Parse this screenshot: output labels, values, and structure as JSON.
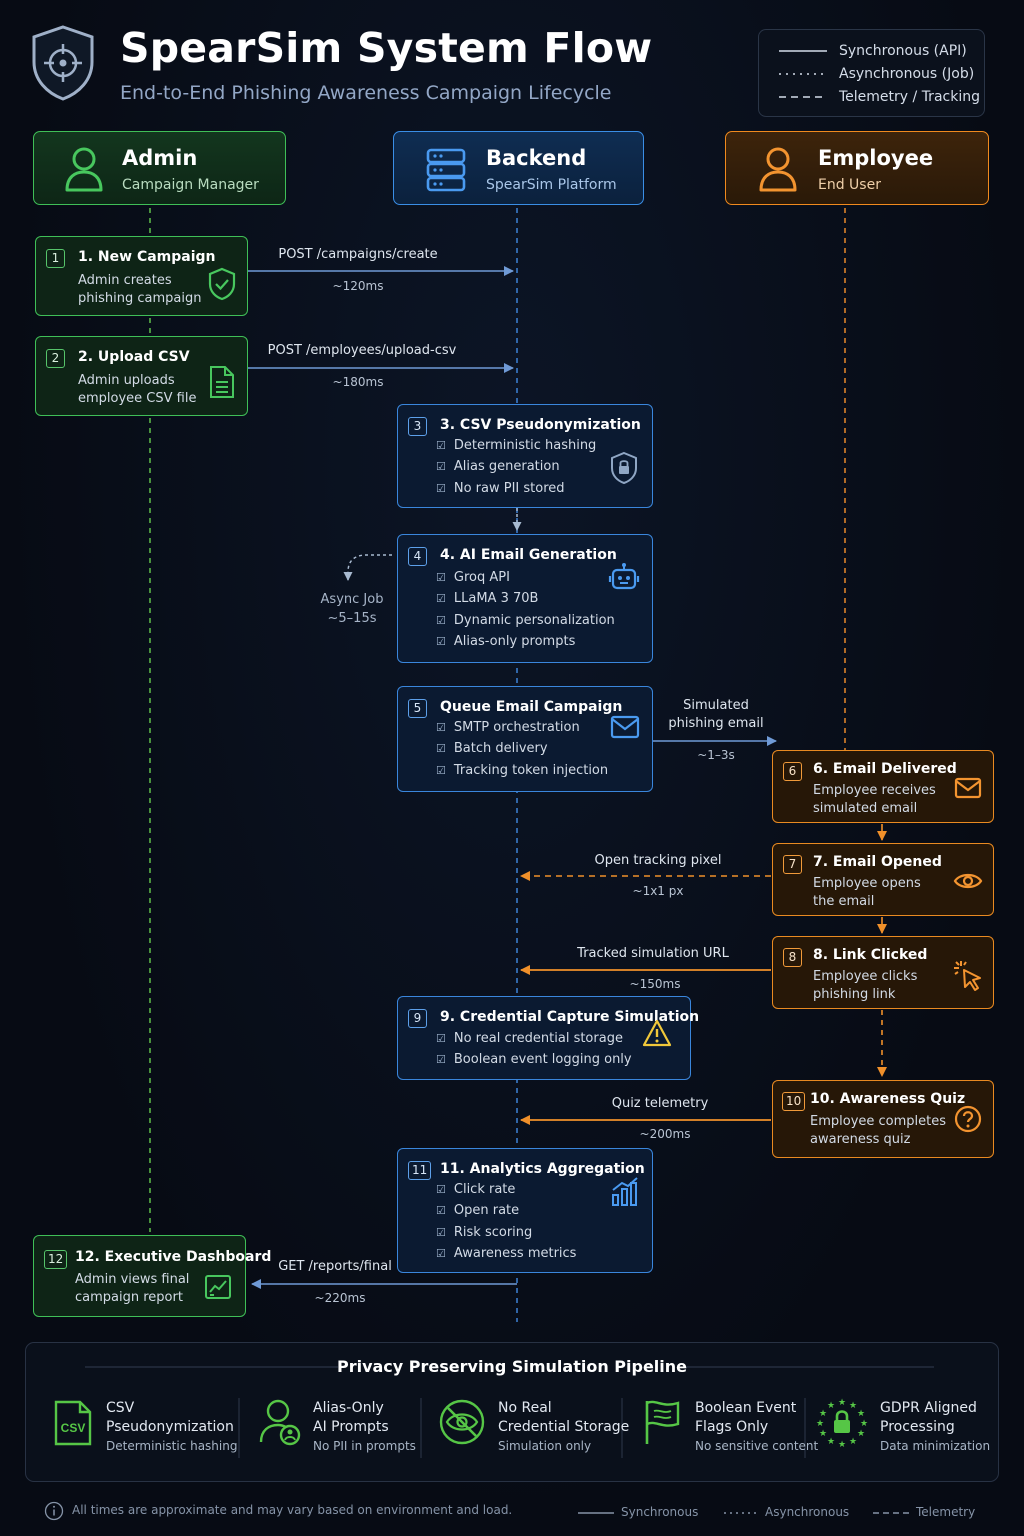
{
  "header": {
    "title": "SpearSim System Flow",
    "subtitle": "End-to-End Phishing Awareness Campaign Lifecycle"
  },
  "legend": {
    "synchronous": "Synchronous (API)",
    "asynchronous": "Asynchronous (Job)",
    "telemetry": "Telemetry / Tracking"
  },
  "actors": {
    "admin": {
      "title": "Admin",
      "subtitle": "Campaign Manager",
      "icon": "user-icon"
    },
    "backend": {
      "title": "Backend",
      "subtitle": "SpearSim Platform",
      "icon": "server-icon"
    },
    "employee": {
      "title": "Employee",
      "subtitle": "End User",
      "icon": "user-icon"
    }
  },
  "colors": {
    "admin": "#3fbf57",
    "backend": "#3a86dc",
    "employee": "#e98a21"
  },
  "steps": {
    "s1": {
      "num": "1",
      "title": "1. New Campaign",
      "desc": "Admin creates\nphishing campaign",
      "icon": "shield-check-icon"
    },
    "s2": {
      "num": "2",
      "title": "2. Upload CSV",
      "desc": "Admin uploads\nemployee CSV file",
      "icon": "document-icon"
    },
    "s3": {
      "num": "3",
      "title": "3. CSV Pseudonymization",
      "items": [
        "Deterministic hashing",
        "Alias generation",
        "No raw PII stored"
      ],
      "icon": "shield-lock-icon"
    },
    "s4": {
      "num": "4",
      "title": "4. AI Email Generation",
      "items": [
        "Groq API",
        "LLaMA 3 70B",
        "Dynamic personalization",
        "Alias-only prompts"
      ],
      "icon": "robot-icon"
    },
    "s5": {
      "num": "5",
      "title": "Queue Email Campaign",
      "items": [
        "SMTP orchestration",
        "Batch delivery",
        "Tracking token injection"
      ],
      "icon": "envelope-icon"
    },
    "s6": {
      "num": "6",
      "title": "6. Email Delivered",
      "desc": "Employee receives\nsimulated email",
      "icon": "envelope-icon"
    },
    "s7": {
      "num": "7",
      "title": "7. Email Opened",
      "desc": "Employee opens\nthe email",
      "icon": "eye-icon"
    },
    "s8": {
      "num": "8",
      "title": "8. Link Clicked",
      "desc": "Employee clicks\nphishing link",
      "icon": "cursor-click-icon"
    },
    "s9": {
      "num": "9",
      "title": "9. Credential Capture Simulation",
      "items": [
        "No real credential storage",
        "Boolean event logging only"
      ],
      "icon": "warning-icon"
    },
    "s10": {
      "num": "10",
      "title": "10. Awareness Quiz",
      "desc": "Employee completes\nawareness quiz",
      "icon": "question-icon"
    },
    "s11": {
      "num": "11",
      "title": "11. Analytics Aggregation",
      "items": [
        "Click rate",
        "Open rate",
        "Risk scoring",
        "Awareness metrics"
      ],
      "icon": "chart-icon"
    },
    "s12": {
      "num": "12",
      "title": "12. Executive Dashboard",
      "desc": "Admin views final\ncampaign report",
      "icon": "dashboard-icon"
    }
  },
  "arrows": {
    "a1": {
      "label": "POST /campaigns/create",
      "time": "~120ms"
    },
    "a2": {
      "label": "POST /employees/upload-csv",
      "time": "~180ms"
    },
    "a4": {
      "label": "Async Job",
      "time": "~5–15s"
    },
    "a5": {
      "label_line1": "Simulated",
      "label_line2": "phishing email",
      "time": "~1–3s"
    },
    "a7": {
      "label": "Open tracking pixel",
      "time": "~1x1 px"
    },
    "a8": {
      "label": "Tracked simulation URL",
      "time": "~150ms"
    },
    "a10": {
      "label": "Quiz telemetry",
      "time": "~200ms"
    },
    "a12": {
      "label": "GET /reports/final",
      "time": "~220ms"
    }
  },
  "privacy": {
    "title": "Privacy Preserving Simulation Pipeline",
    "pillars": [
      {
        "line1": "CSV",
        "line2": "Pseudonymization",
        "line3": "Deterministic hashing",
        "icon": "csv-file-icon",
        "icon_text": "CSV"
      },
      {
        "line1": "Alias-Only",
        "line2": "AI Prompts",
        "line3": "No PII in prompts",
        "icon": "user-alias-icon"
      },
      {
        "line1": "No Real",
        "line2": "Credential Storage",
        "line3": "Simulation only",
        "icon": "eye-off-icon"
      },
      {
        "line1": "Boolean Event",
        "line2": "Flags Only",
        "line3": "No sensitive content",
        "icon": "flag-icon"
      },
      {
        "line1": "GDPR Aligned",
        "line2": "Processing",
        "line3": "Data minimization",
        "icon": "gdpr-lock-icon"
      }
    ]
  },
  "footer": {
    "note": "All times are approximate and may vary based on environment and load.",
    "legend_sync": "Synchronous",
    "legend_async": "Asynchronous",
    "legend_telemetry": "Telemetry"
  }
}
